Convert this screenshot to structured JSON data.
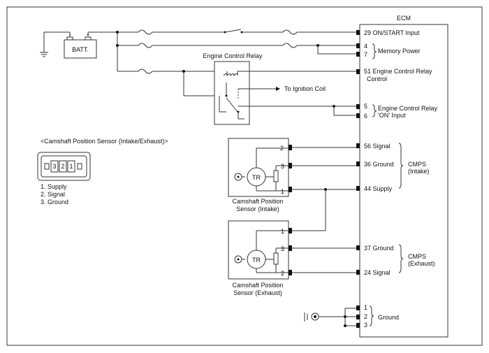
{
  "ecm": {
    "title": "ECM"
  },
  "battery": {
    "label": "BATT.",
    "neg": "-",
    "pos": "+"
  },
  "relay": {
    "title": "Engine Control Relay",
    "ignition": "To Ignition Coil"
  },
  "ecm_pins": {
    "p29": "29 ON/START Input",
    "p4": "4",
    "p7": "7",
    "memory": "Memory Power",
    "p51_a": "51 Engine Control Relay",
    "p51_b": "Control",
    "p5": "5",
    "p6": "6",
    "ecr_on_a": "Engine Control Relay",
    "ecr_on_b": "'ON' Input",
    "p56": "56 Signal",
    "p36": "36 Ground",
    "p44": "44 Supply",
    "cmps_int_a": "CMPS",
    "cmps_int_b": "(Intake)",
    "p37": "37 Ground",
    "p24": "24 Signal",
    "cmps_exh_a": "CMPS",
    "cmps_exh_b": "(Exhaust)",
    "g1": "1",
    "g2": "2",
    "g3": "3",
    "ground": "Ground"
  },
  "connector": {
    "title": "<Camshaft Position Sensor (Intake/Exhaust)>",
    "pins": [
      "3",
      "2",
      "1"
    ],
    "legend": [
      "1. Supply",
      "2. Signal",
      "3. Ground"
    ]
  },
  "sensor_intake": {
    "tr": "TR",
    "pin_top": "2",
    "pin_mid": "3",
    "pin_bot": "1",
    "label_a": "Camshaft Position",
    "label_b": "Sensor (Intake)"
  },
  "sensor_exhaust": {
    "tr": "TR",
    "pin_top": "1",
    "pin_mid": "3",
    "pin_bot": "2",
    "label_a": "Camshaft Position",
    "label_b": "Sensor (Exhaust)"
  }
}
